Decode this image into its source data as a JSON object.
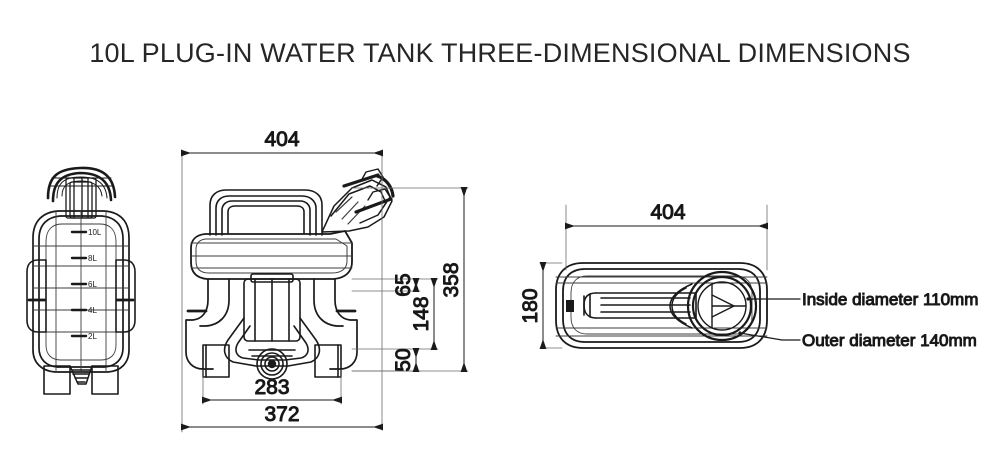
{
  "title": "10L PLUG-IN WATER TANK THREE-DIMENSIONAL DIMENSIONS",
  "colors": {
    "background": "#ffffff",
    "line": "#1a1a1a",
    "thin_line": "#4d4d4d",
    "text": "#141414"
  },
  "views": {
    "side_view": {
      "name": "side-view",
      "graduations": [
        "10L",
        "8L",
        "6L",
        "4L",
        "2L"
      ]
    },
    "front_view": {
      "name": "front-view"
    },
    "top_view": {
      "name": "top-view"
    }
  },
  "dimensions": {
    "front_width_overall": "404",
    "front_height_overall": "358",
    "front_mid_height": "148",
    "front_upper_height": "65",
    "front_lower_height": "50",
    "front_feet_span": "283",
    "front_base_width": "372",
    "top_length": "404",
    "top_width": "180"
  },
  "annotations": {
    "inside_diameter": "Inside diameter 110mm",
    "outer_diameter": "Outer diameter 140mm"
  }
}
